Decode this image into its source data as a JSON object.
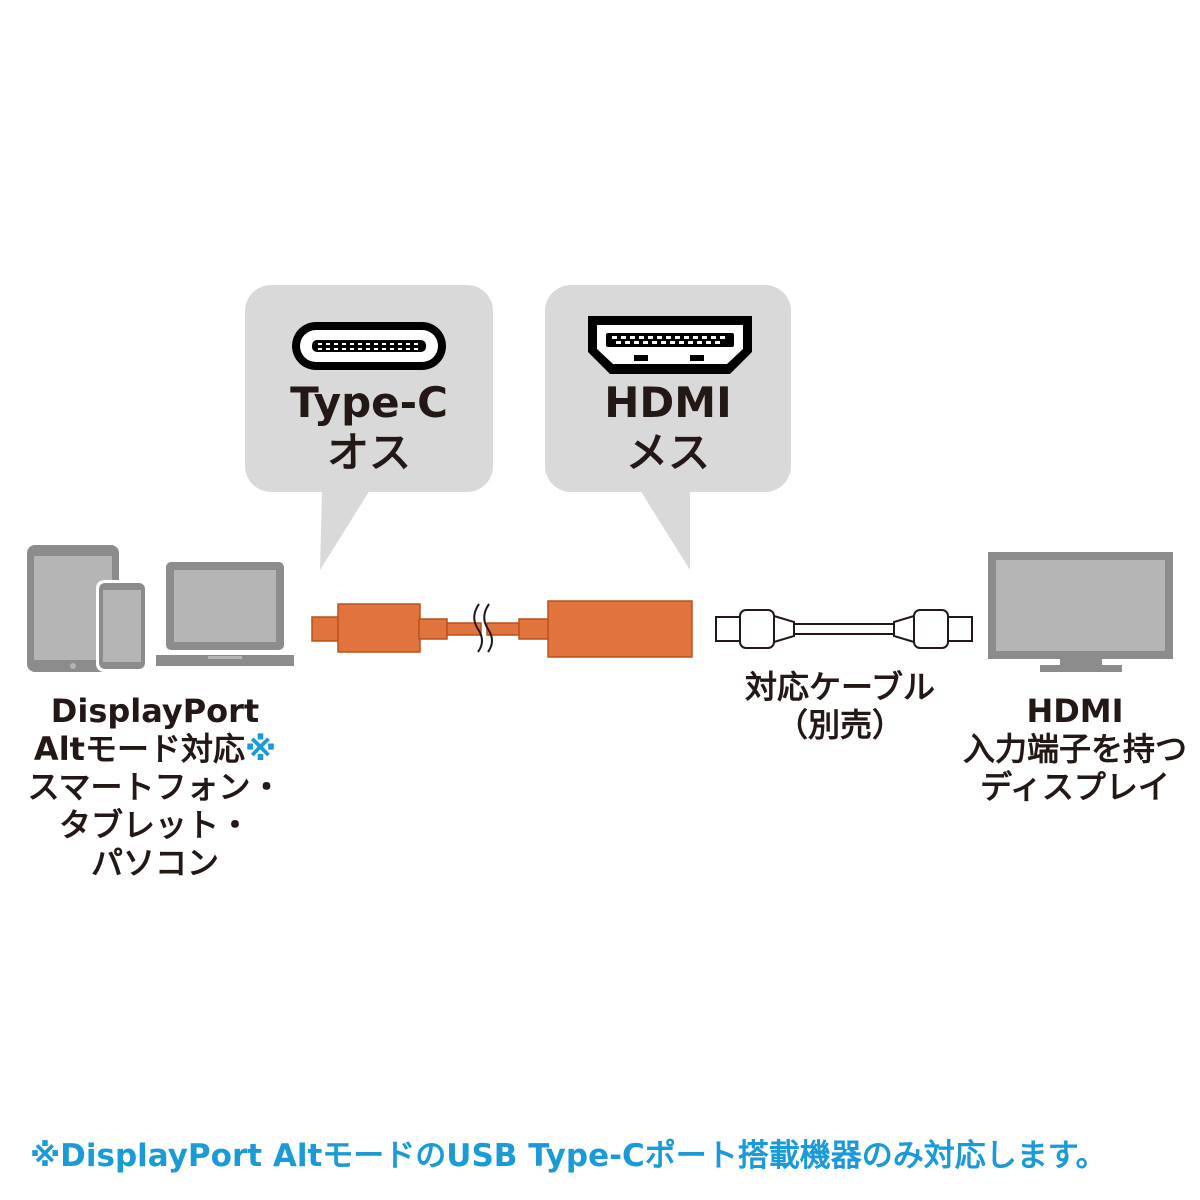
{
  "connectors": {
    "type_c": {
      "label": "Type-C",
      "gender": "オス",
      "icon": "usb-type-c-port-icon"
    },
    "hdmi": {
      "label": "HDMI",
      "gender": "メス",
      "icon": "hdmi-port-icon"
    }
  },
  "source": {
    "line1": "DisplayPort",
    "line2": "Altモード対応",
    "line2_mark": "※",
    "line3": "スマートフォン・",
    "line4": "タブレット・",
    "line5": "パソコン"
  },
  "cable": {
    "line1": "対応ケーブル",
    "line2": "（別売）"
  },
  "display": {
    "line1": "HDMI",
    "line2": "入力端子を持つ",
    "line3": "ディスプレイ"
  },
  "footnote": "※DisplayPort AltモードのUSB Type-Cポート搭載機器のみ対応します。",
  "colors": {
    "adapter": "#e0743c",
    "adapter_outline": "#b7511f",
    "bubble": "#d9d9d9",
    "device_gray": "#8c8c8c",
    "screen_gray": "#b5b5b5",
    "accent": "#1a9ad6",
    "text": "#231815"
  }
}
